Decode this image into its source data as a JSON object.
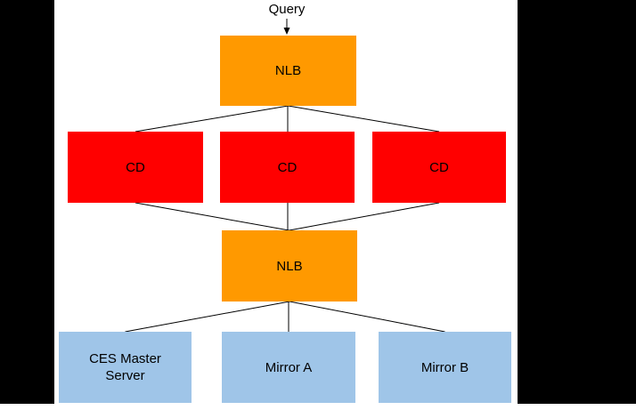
{
  "query": {
    "label": "Query"
  },
  "colors": {
    "load_balancer": "#ff9900",
    "cd": "#ff0000",
    "server": "#9fc5e8",
    "line": "#000000",
    "side_panel": "#000000",
    "background": "#ffffff",
    "text": "#000000"
  },
  "nodes": {
    "nlb_top": {
      "label": "NLB",
      "color": "#ff9900"
    },
    "cd_left": {
      "label": "CD",
      "color": "#ff0000"
    },
    "cd_middle": {
      "label": "CD",
      "color": "#ff0000"
    },
    "cd_right": {
      "label": "CD",
      "color": "#ff0000"
    },
    "nlb_bottom": {
      "label": "NLB",
      "color": "#ff9900"
    },
    "ces_master_server": {
      "label": "CES Master Server",
      "color": "#9fc5e8"
    },
    "mirror_a": {
      "label": "Mirror A",
      "color": "#9fc5e8"
    },
    "mirror_b": {
      "label": "Mirror B",
      "color": "#9fc5e8"
    }
  },
  "edges": [
    {
      "from": "query",
      "to": "nlb_top",
      "arrow": true
    },
    {
      "from": "nlb_top",
      "to": "cd_left"
    },
    {
      "from": "nlb_top",
      "to": "cd_middle"
    },
    {
      "from": "nlb_top",
      "to": "cd_right"
    },
    {
      "from": "cd_left",
      "to": "nlb_bottom"
    },
    {
      "from": "cd_middle",
      "to": "nlb_bottom"
    },
    {
      "from": "cd_right",
      "to": "nlb_bottom"
    },
    {
      "from": "nlb_bottom",
      "to": "ces_master_server"
    },
    {
      "from": "nlb_bottom",
      "to": "mirror_a"
    },
    {
      "from": "nlb_bottom",
      "to": "mirror_b"
    }
  ]
}
